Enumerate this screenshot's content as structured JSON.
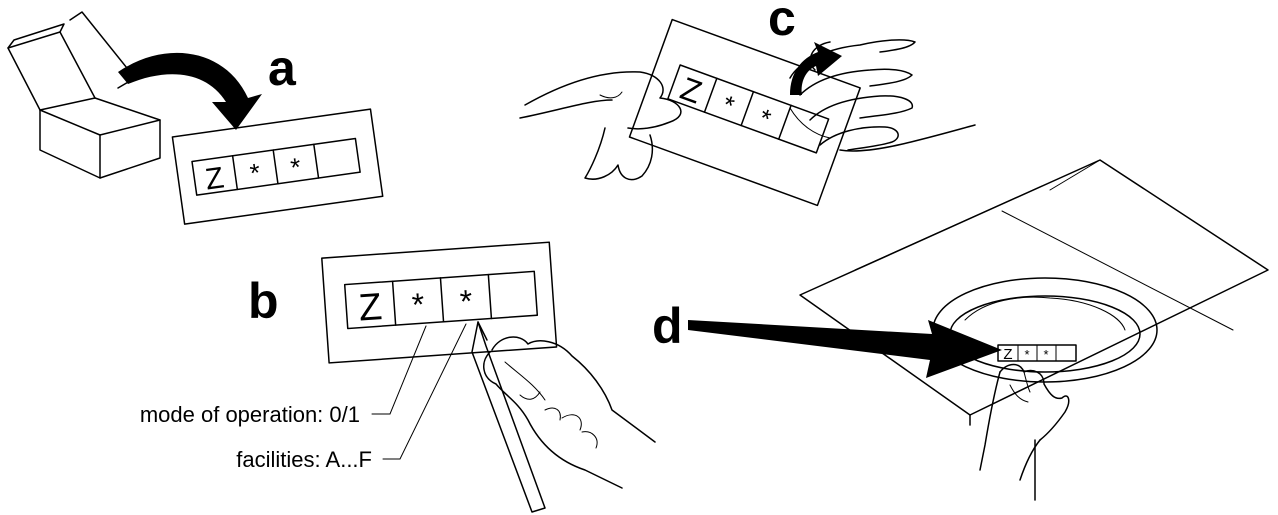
{
  "steps": {
    "a": "a",
    "b": "b",
    "c": "c",
    "d": "d"
  },
  "label_cells": {
    "prefix": "Z",
    "wildcard1": "*",
    "wildcard2": "*",
    "blank": ""
  },
  "annotations": {
    "mode": "mode of operation: 0/1",
    "facilities": "facilities: A...F"
  }
}
